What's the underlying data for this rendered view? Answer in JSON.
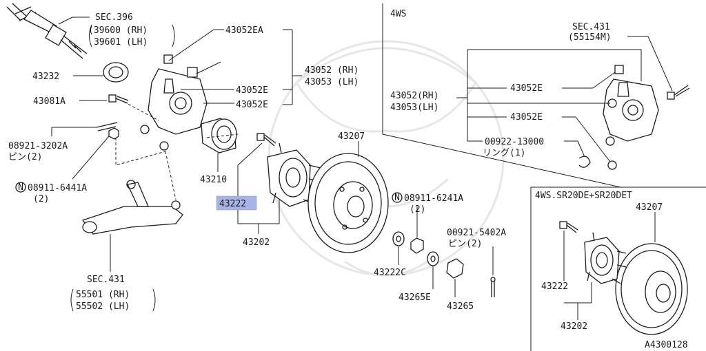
{
  "main": {
    "sec396": {
      "title": "SEC.396",
      "rh": "(39600 (RH)",
      "lh": "39601 (LH)"
    },
    "p43232": "43232",
    "p43081A": "43081A",
    "p08921": {
      "code": "08921-3202A",
      "sub": "ピン(2)"
    },
    "p08911_6441": {
      "code": "08911-6441A",
      "sub": "(2)"
    },
    "p43052EA": "43052EA",
    "p43052_rh": "43052 (RH)",
    "p43053_lh": "43053 (LH)",
    "p43052E_1": "43052E",
    "p43052E_2": "43052E",
    "p43210": "43210",
    "p43222": "43222",
    "p43202": "43202",
    "p43207": "43207",
    "p08911_6241": {
      "code": "08911-6241A",
      "sub": "(2)"
    },
    "p00921": {
      "code": "00921-5402A",
      "sub": "ピン(2)"
    },
    "p43222C": "43222C",
    "p43265E": "43265E",
    "p43265": "43265",
    "sec431": {
      "title": "SEC.431",
      "rh": "55501 (RH)",
      "lh": "55502 (LH)"
    },
    "n_symbol": "N"
  },
  "panel_4ws": {
    "title": "4WS",
    "sec431": {
      "title": "SEC.431",
      "sub": "(55154M)"
    },
    "p43052_rh": "43052(RH)",
    "p43053_lh": "43053(LH)",
    "p43052E_1": "43052E",
    "p43052E_2": "43052E",
    "p00922": {
      "code": "00922-13000",
      "sub": "リング(1)"
    }
  },
  "panel_sr20": {
    "title": "4WS.SR20DE+SR20DET",
    "p43207": "43207",
    "p43222": "43222",
    "p43202": "43202"
  },
  "figure_id": "A4300128",
  "colors": {
    "highlight": "#a9b4e6",
    "line": "#1a1a1a",
    "watermark": "#e6e6e6"
  }
}
